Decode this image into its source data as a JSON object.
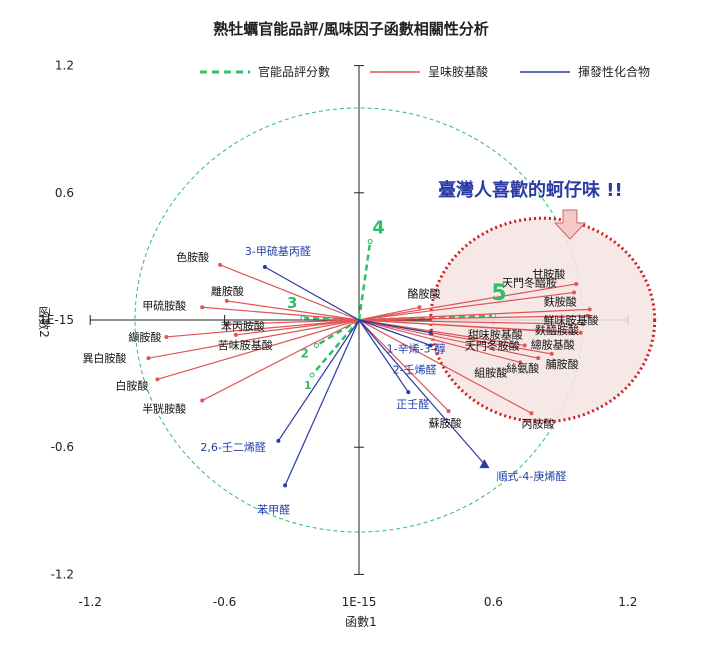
{
  "chart_data": {
    "type": "scatter",
    "title": "熟牡蠣官能品評/風味因子函數相關性分析",
    "xlabel": "函數1",
    "ylabel": "函數2",
    "xlim": [
      -1.2,
      1.2
    ],
    "ylim": [
      -1.2,
      1.2
    ],
    "x_ticks": [
      "-1.2",
      "-0.6",
      "1E-15",
      "0.6",
      "1.2"
    ],
    "y_ticks": [
      "1.2",
      "0.6",
      "1E-15",
      "-0.6",
      "-1.2"
    ],
    "legend_position": "top",
    "legend": [
      {
        "name": "官能品評分數",
        "style": "dashed",
        "color": "#2fbf6a"
      },
      {
        "name": "呈味胺基酸",
        "style": "solid",
        "color": "#e05555"
      },
      {
        "name": "揮發性化合物",
        "style": "solid",
        "color": "#2a3aa6"
      }
    ],
    "circle": {
      "center": [
        0,
        0
      ],
      "radius": 1.0
    },
    "series": [
      {
        "name": "官能品評分數",
        "color": "#2fbf6a",
        "points": [
          {
            "label": "1",
            "x": -0.21,
            "y": -0.26
          },
          {
            "label": "2",
            "x": -0.19,
            "y": -0.12
          },
          {
            "label": "3",
            "x": -0.25,
            "y": 0.01
          },
          {
            "label": "4",
            "x": 0.05,
            "y": 0.37
          },
          {
            "label": "5",
            "x": 0.6,
            "y": 0.02
          }
        ]
      },
      {
        "name": "呈味胺基酸",
        "color": "#e05555",
        "points": [
          {
            "label": "甘胺酸",
            "x": 0.97,
            "y": 0.17
          },
          {
            "label": "天門冬醯胺",
            "x": 0.96,
            "y": 0.13
          },
          {
            "label": "麩胺酸",
            "x": 1.03,
            "y": 0.05
          },
          {
            "label": "鮮味胺基酸",
            "x": 1.02,
            "y": 0.02
          },
          {
            "label": "麩醯胺酸",
            "x": 1.0,
            "y": -0.02
          },
          {
            "label": "總胺基酸",
            "x": 0.99,
            "y": -0.06
          },
          {
            "label": "甜味胺基酸",
            "x": 0.95,
            "y": -0.06
          },
          {
            "label": "天門冬胺酸",
            "x": 0.74,
            "y": -0.12
          },
          {
            "label": "脯胺酸",
            "x": 0.86,
            "y": -0.16
          },
          {
            "label": "絲氨酸",
            "x": 0.8,
            "y": -0.18
          },
          {
            "label": "組胺酸",
            "x": 0.72,
            "y": -0.2
          },
          {
            "label": "丙胺酸",
            "x": 0.77,
            "y": -0.44
          },
          {
            "label": "蘇胺酸",
            "x": 0.4,
            "y": -0.43
          },
          {
            "label": "酪胺酸",
            "x": 0.27,
            "y": 0.06
          },
          {
            "label": "色胺酸",
            "x": -0.62,
            "y": 0.26
          },
          {
            "label": "離胺酸",
            "x": -0.59,
            "y": 0.09
          },
          {
            "label": "甲硫胺酸",
            "x": -0.7,
            "y": 0.06
          },
          {
            "label": "苯丙胺酸",
            "x": -0.59,
            "y": -0.02
          },
          {
            "label": "纈胺酸",
            "x": -0.86,
            "y": -0.08
          },
          {
            "label": "苦味胺基酸",
            "x": -0.55,
            "y": -0.07
          },
          {
            "label": "異白胺酸",
            "x": -0.94,
            "y": -0.18
          },
          {
            "label": "白胺酸",
            "x": -0.9,
            "y": -0.28
          },
          {
            "label": "半胱胺酸",
            "x": -0.7,
            "y": -0.38
          }
        ]
      },
      {
        "name": "揮發性化合物",
        "color": "#2a3aa6",
        "points": [
          {
            "label": "3-甲硫基丙醛",
            "x": -0.42,
            "y": 0.25
          },
          {
            "label": "1-辛烯-3-醇",
            "x": 0.32,
            "y": -0.06
          },
          {
            "label": "2-壬烯醛",
            "x": 0.32,
            "y": -0.12
          },
          {
            "label": "正壬醛",
            "x": 0.22,
            "y": -0.34
          },
          {
            "label": "順式-4-庚烯醛",
            "x": 0.56,
            "y": -0.68
          },
          {
            "label": "2,6-壬二烯醛",
            "x": -0.36,
            "y": -0.57
          },
          {
            "label": "苯甲醛",
            "x": -0.33,
            "y": -0.78
          }
        ]
      }
    ],
    "annotations": [
      {
        "text": "臺灣人喜歡的蚵仔味 !!",
        "color": "#2a3aa6"
      }
    ],
    "highlight_region": {
      "label": "5",
      "center": [
        0.82,
        0.0
      ],
      "rx": 0.5,
      "ry": 0.48,
      "color": "#cc1e1e"
    }
  }
}
